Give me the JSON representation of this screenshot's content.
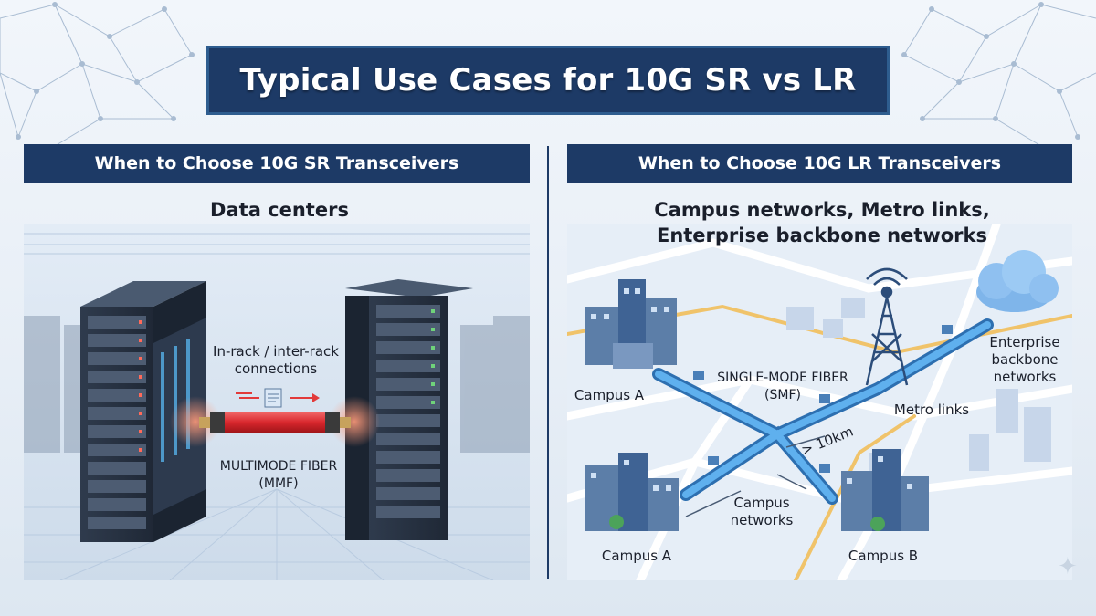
{
  "title": "Typical Use Cases for 10G SR vs LR",
  "left": {
    "header": "When to Choose 10G SR Transceivers",
    "subtitle": "Data centers",
    "connection_label": "In-rack / inter-rack\nconnections",
    "fiber_label": "MULTIMODE FIBER\n(MMF)"
  },
  "right": {
    "header": "When to Choose 10G LR Transceivers",
    "subtitle_line1": "Campus networks, Metro links,",
    "subtitle_line2": "Enterprise backbone networks",
    "smf_label": "SINGLE-MODE FIBER\n(SMF)",
    "campus_a_top": "Campus A",
    "campus_a_bottom": "Campus A",
    "campus_b": "Campus B",
    "metro_label": "Metro links",
    "enterprise_label": "Enterprise\nbackbone\nnetworks",
    "distance_label": "> 10km",
    "campus_networks_label": "Campus\nnetworks"
  },
  "colors": {
    "navy": "#1d3a66",
    "mmf_cable": "#d8262c",
    "smf_cable": "#3f8fd6",
    "background": "#eaf1f8"
  },
  "icons": [
    "server-rack-icon",
    "document-icon",
    "office-building-icon",
    "radio-tower-icon",
    "cloud-icon",
    "sparkle-icon"
  ]
}
